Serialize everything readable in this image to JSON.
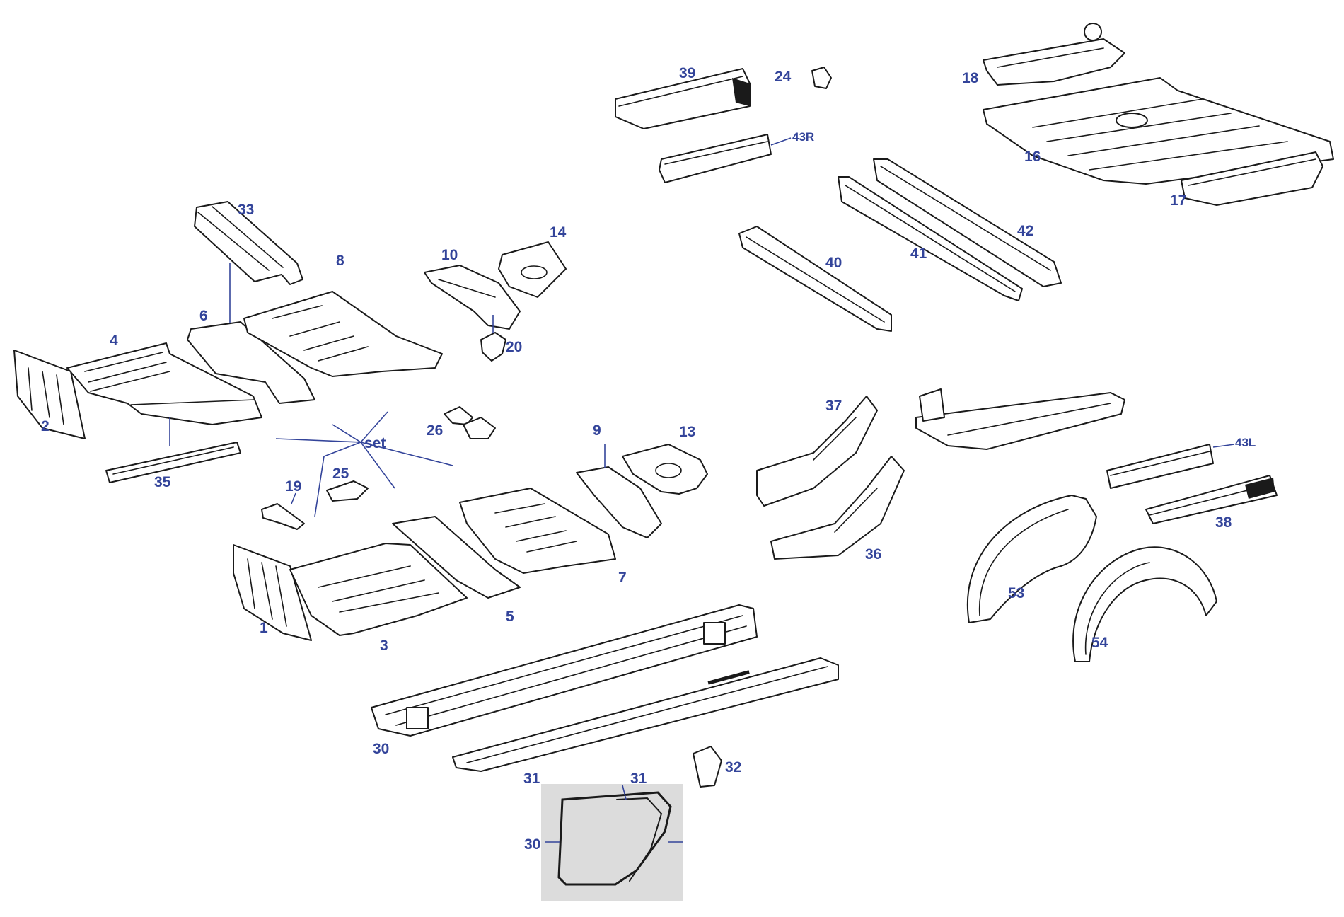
{
  "labels": {
    "l1": "1",
    "l2": "2",
    "l3": "3",
    "l4": "4",
    "l5": "5",
    "l6": "6",
    "l7": "7",
    "l8": "8",
    "l9": "9",
    "l10": "10",
    "l13": "13",
    "l14": "14",
    "l16": "16",
    "l17": "17",
    "l18": "18",
    "l19": "19",
    "l20": "20",
    "l24": "24",
    "l25": "25",
    "l26": "26",
    "l30": "30",
    "l31": "31",
    "l32": "32",
    "l33": "33",
    "l35": "35",
    "l36": "36",
    "l37": "37",
    "l38": "38",
    "l39": "39",
    "l40": "40",
    "l41": "41",
    "l42": "42",
    "l43R": "43R",
    "l43L": "43L",
    "l53": "53",
    "l54": "54",
    "set": "set",
    "inset31": "31",
    "inset30": "30"
  },
  "colors": {
    "label": "#33449a",
    "line": "#1a1a1a",
    "inset": "#dcdcdc"
  }
}
